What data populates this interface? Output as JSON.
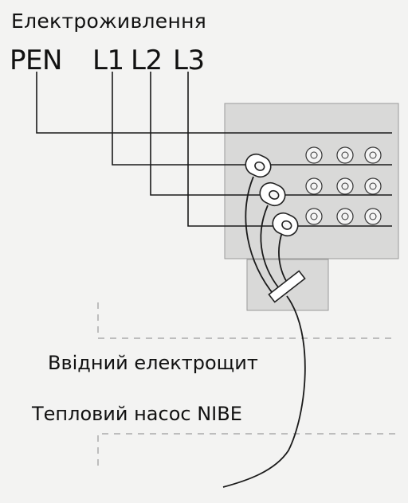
{
  "header": {
    "title": "Електроживлення"
  },
  "phases": [
    "PEN",
    "L1",
    "L2",
    "L3"
  ],
  "labels": {
    "distribution_panel": "Ввідний електрощит",
    "heat_pump": "Тепловий насос NIBE"
  },
  "colors": {
    "background": "#f3f3f2",
    "panel_fill": "#d9d9d8",
    "line": "#1a1a1a",
    "dashed": "#bdbdbd"
  },
  "icons": [
    "current-sensor-icon",
    "terminal-screw-icon",
    "cable-clamp-icon"
  ]
}
